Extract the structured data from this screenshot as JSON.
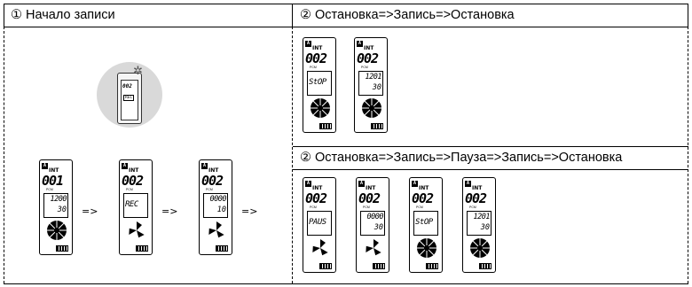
{
  "headers": {
    "left": "① Начало записи",
    "right_top": "② Остановка=>Запись=>Остановка",
    "right_bottom": "② Остановка=>Запись=>Пауза=>Запись=>Остановка"
  },
  "arrow": "=>",
  "devices_start": [
    {
      "int": "INT",
      "num": "001",
      "line1": "1200",
      "line2": "30",
      "icon": "disc-icon"
    },
    {
      "int": "INT",
      "num": "002",
      "line1": "REC",
      "icon": "fan-icon"
    },
    {
      "int": "INT",
      "num": "002",
      "line1": "0000",
      "line2": "10",
      "icon": "fan-icon"
    }
  ],
  "devices_rt": [
    {
      "int": "INT",
      "num": "002",
      "line1": "StOP",
      "icon": "disc-icon"
    },
    {
      "int": "INT",
      "num": "002",
      "line1": "1201",
      "line2": "30",
      "icon": "disc-icon"
    }
  ],
  "devices_rb": [
    {
      "int": "INT",
      "num": "002",
      "line1": "PAUS",
      "icon": "fan-icon"
    },
    {
      "int": "INT",
      "num": "002",
      "line1": "0000",
      "line2": "30",
      "icon": "fan-icon"
    },
    {
      "int": "INT",
      "num": "002",
      "line1": "StOP",
      "icon": "disc-icon"
    },
    {
      "int": "INT",
      "num": "002",
      "line1": "1201",
      "line2": "30",
      "icon": "disc-icon"
    }
  ],
  "small_device": {
    "num": "002",
    "line1": "REC"
  },
  "pcm": "PCM",
  "a_label": "A"
}
